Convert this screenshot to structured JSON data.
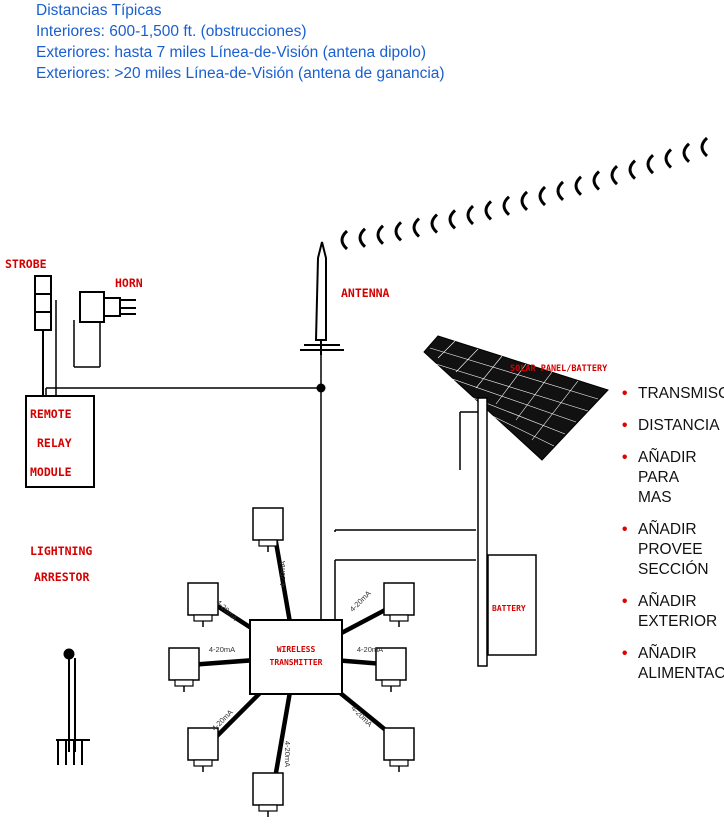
{
  "header": {
    "lines": [
      "Distancias Típicas",
      "Interiores: 600-1,500 ft. (obstrucciones)",
      "Exteriores: hasta 7 miles Línea-de-Visión (antena dipolo)",
      "Exteriores: >20 miles Línea-de-Visión (antena de ganancia)"
    ]
  },
  "labels": {
    "strobe": "STROBE",
    "horn": "HORN",
    "antenna": "ANTENNA",
    "solar": "SOLAR PANEL/BATTERY",
    "relay": [
      "REMOTE",
      "RELAY",
      "MODULE"
    ],
    "arrestor": [
      "LIGHTNING",
      "ARRESTOR"
    ],
    "transmitter": [
      "WIRELESS",
      "TRANSMITTER"
    ],
    "battery": "BATTERY",
    "signal": "4-20mA"
  },
  "bullets": [
    [
      "TRANSMISORES"
    ],
    [
      "DISTANCIA"
    ],
    [
      "AÑADIR",
      "PARA",
      "MAS"
    ],
    [
      "AÑADIR",
      "PROVEE",
      "SECCIÓN"
    ],
    [
      "AÑADIR",
      "EXTERIOR"
    ],
    [
      "AÑADIR",
      "ALIMENTACIÓN"
    ]
  ],
  "colors": {
    "header": "#1a5fd0",
    "label": "#d40000",
    "bullet": "#e10000"
  }
}
